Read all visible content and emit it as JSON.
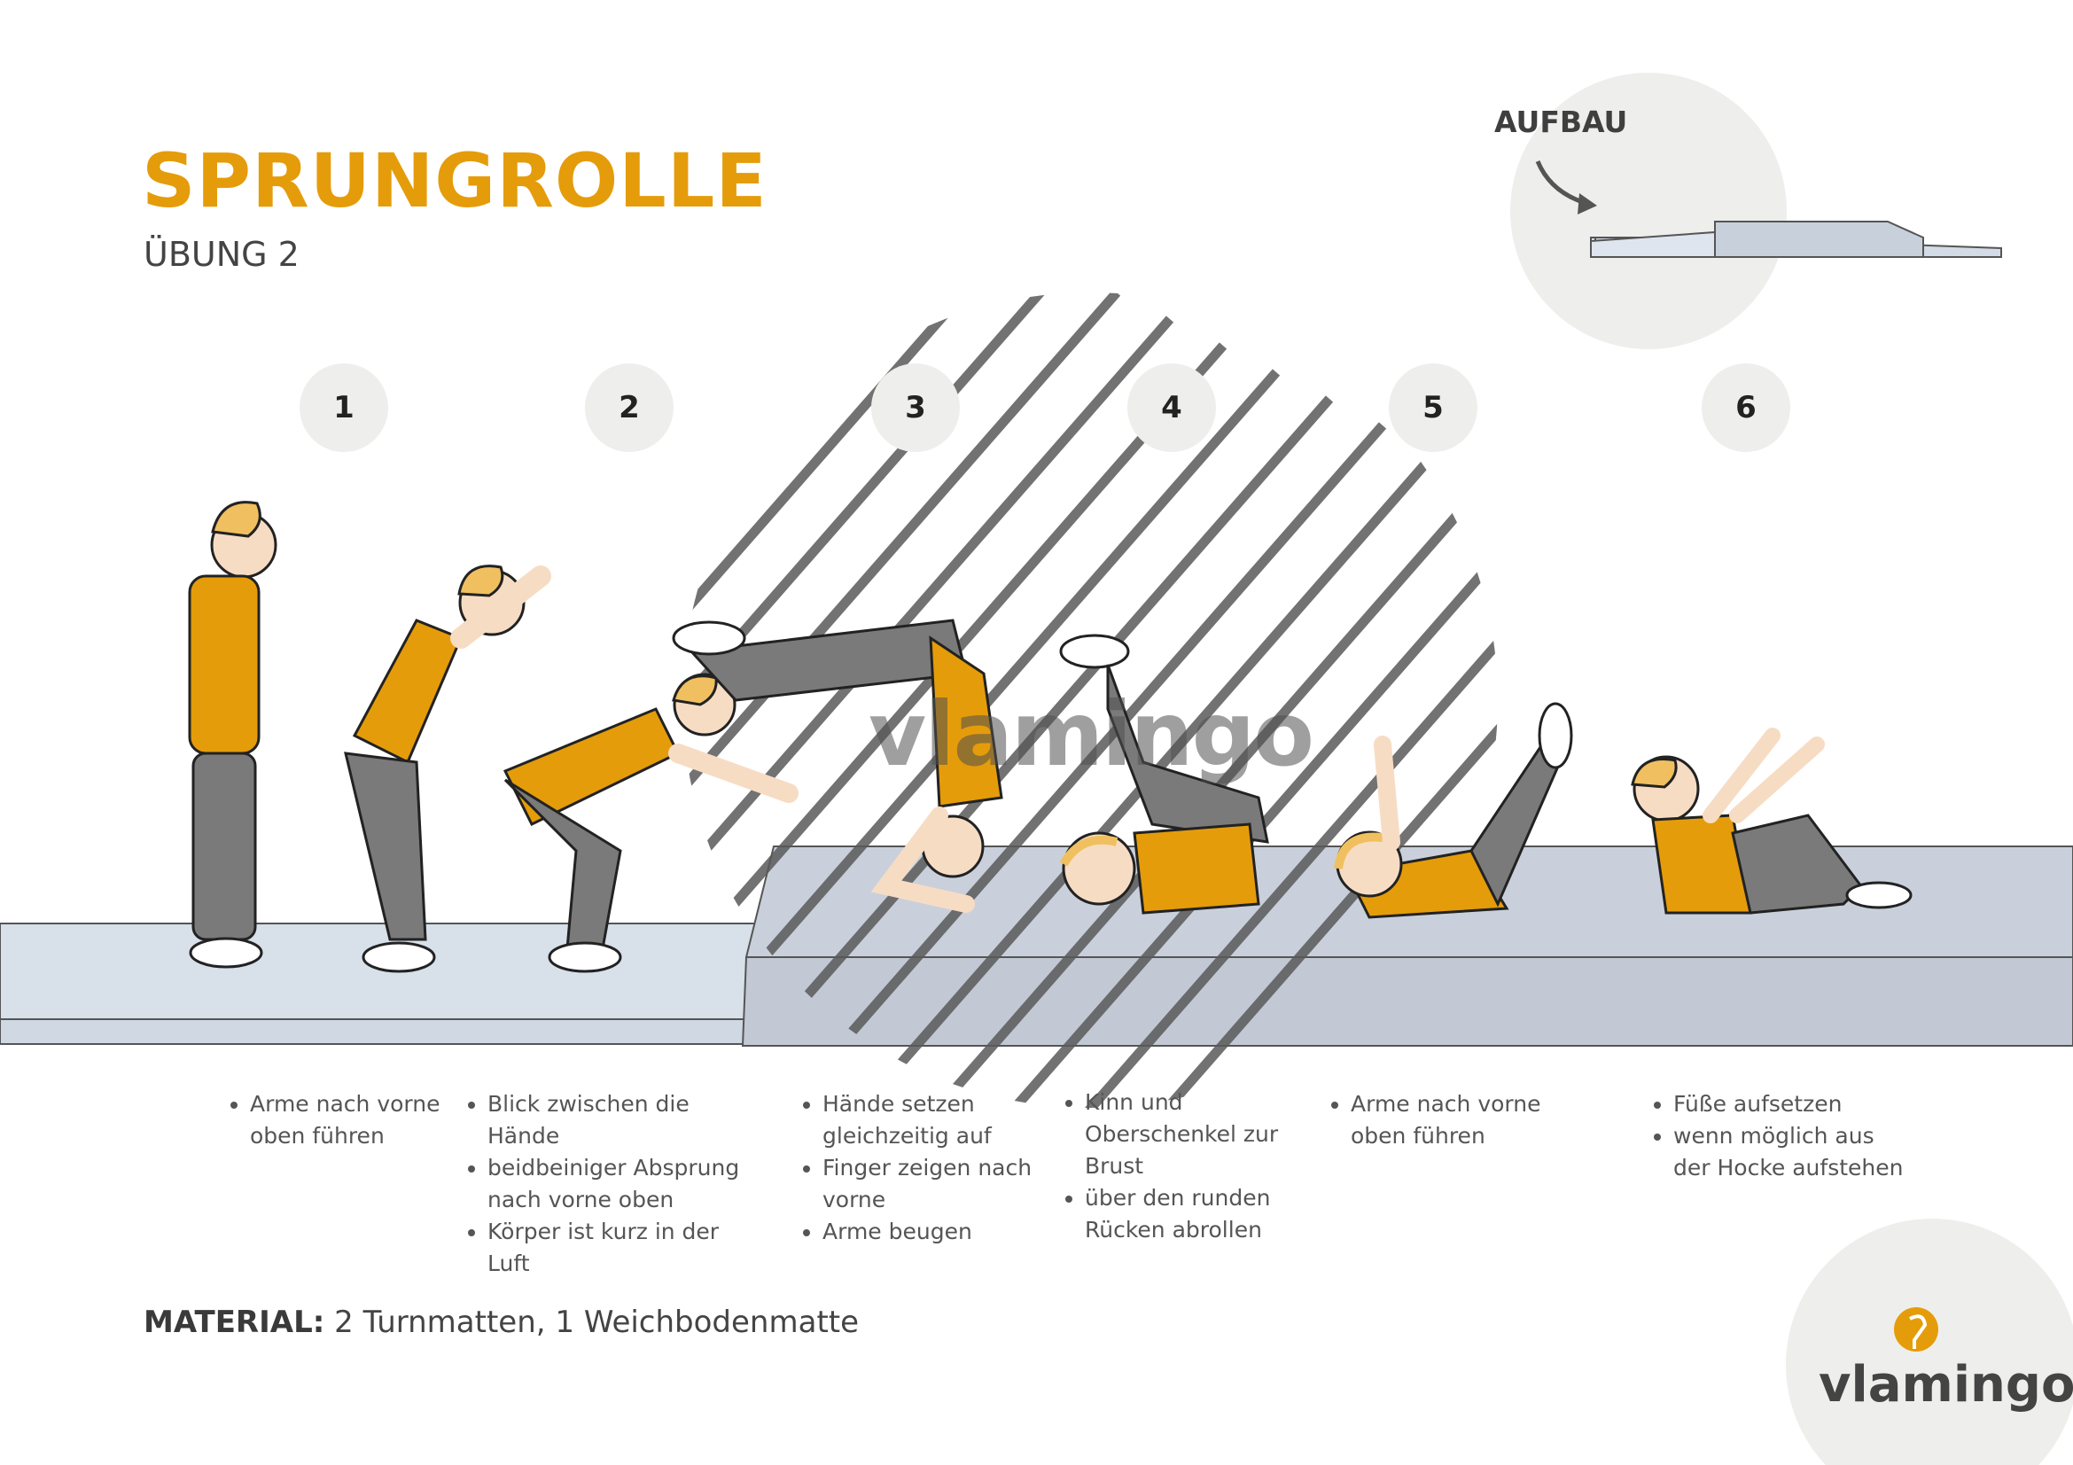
{
  "header": {
    "title": "SPRUNGROLLE",
    "subtitle": "ÜBUNG 2"
  },
  "setup": {
    "label": "AUFBAU"
  },
  "steps": [
    {
      "number": "1",
      "bullets": [
        "Arme nach vorne oben führen"
      ]
    },
    {
      "number": "2",
      "bullets": [
        "Blick zwischen die Hände",
        "beidbeiniger Absprung nach vorne oben",
        "Körper ist kurz in der Luft"
      ]
    },
    {
      "number": "3",
      "bullets": [
        "Hände setzen gleichzeitig auf",
        "Finger zeigen nach vorne",
        "Arme beugen"
      ]
    },
    {
      "number": "4",
      "bullets": [
        "Kinn und Oberschenkel zur Brust",
        "über den runden Rücken abrollen"
      ]
    },
    {
      "number": "5",
      "bullets": [
        "Arme nach vorne oben führen"
      ]
    },
    {
      "number": "6",
      "bullets": [
        "Füße aufsetzen",
        "wenn möglich aus der Hocke aufstehen"
      ]
    }
  ],
  "material": {
    "label": "MATERIAL:",
    "text": "2 Turnmatten, 1 Weichbodenmatte"
  },
  "brand": {
    "name": "vlamingo",
    "watermark": "vlamingo"
  },
  "colors": {
    "accent": "#e59c0a",
    "mat_light": "#d5dde8",
    "mat_soft": "#c7ced9",
    "circle": "#eeefec",
    "skin": "#f7dcc4",
    "pants": "#7a7a7a"
  }
}
